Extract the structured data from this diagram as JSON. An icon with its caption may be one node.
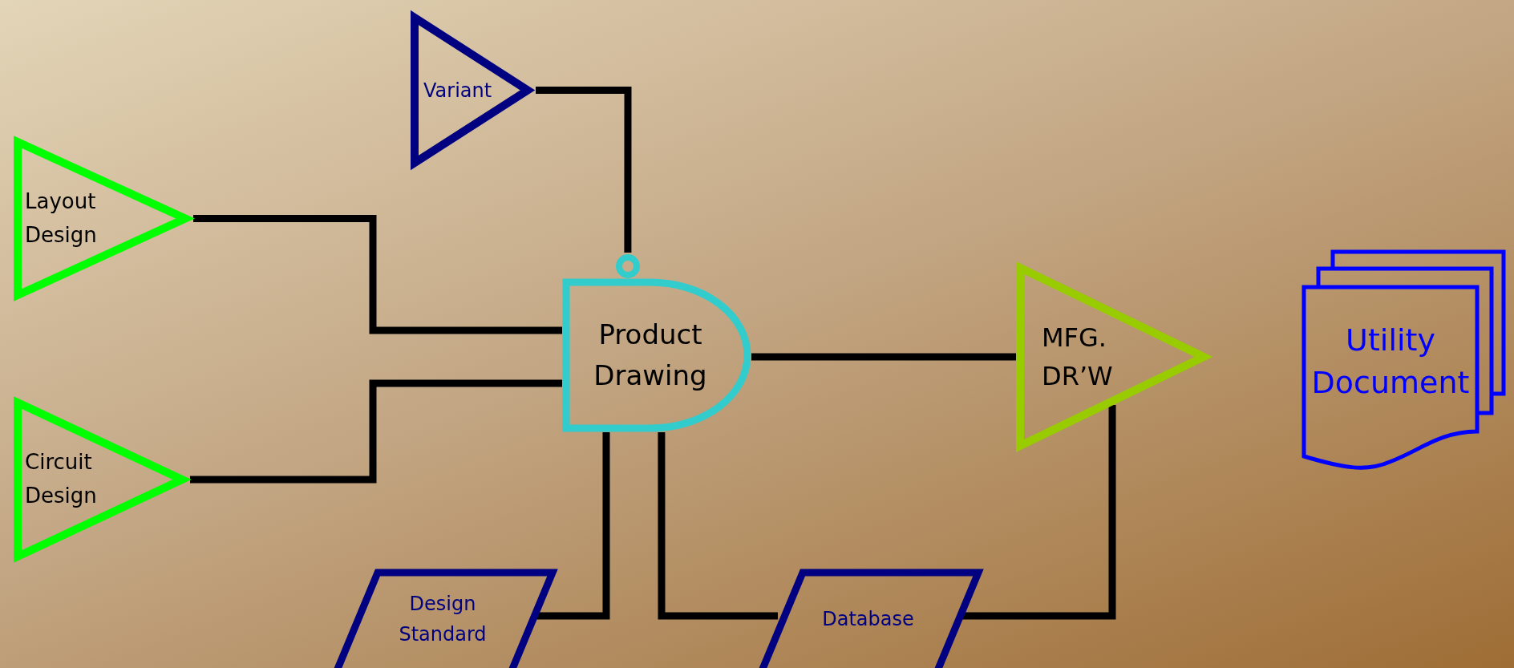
{
  "diagram": {
    "nodes": [
      {
        "text": [
          "Variant"
        ]
      },
      {
        "text": [
          "Layout Design"
        ]
      },
      {
        "text": [
          "Circuit Design"
        ]
      },
      {
        "text": [
          "Product Drawing"
        ]
      },
      {
        "text": [
          "MFG. DR’W"
        ]
      },
      {
        "text": [
          "Utility Document"
        ]
      },
      {
        "text": [
          "Design Standard"
        ]
      },
      {
        "text": [
          "Database"
        ]
      }
    ],
    "edges": [
      {
        "from": 0,
        "to": 3,
        "arrow": "none"
      },
      {
        "from": 1,
        "to": 3,
        "arrow": "none"
      },
      {
        "from": 2,
        "to": 3,
        "arrow": "none"
      },
      {
        "from": 3,
        "to": 4,
        "arrow": "none"
      },
      {
        "from": 3,
        "to": 6,
        "arrow": "none"
      },
      {
        "from": 3,
        "to": 7,
        "arrow": "none"
      },
      {
        "from": 7,
        "to": 4,
        "arrow": "none"
      }
    ]
  }
}
